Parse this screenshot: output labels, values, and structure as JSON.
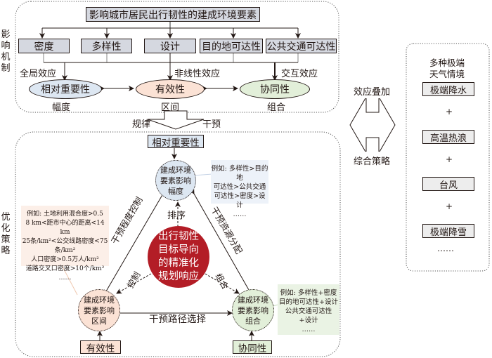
{
  "mechanism": {
    "side_label": [
      "影",
      "响",
      "机",
      "制"
    ],
    "title": "影响城市居民出行韧性的建成环境要素",
    "factors": [
      "密度",
      "多样性",
      "设计",
      "目的地可达性",
      "公共交通可达性"
    ],
    "effects": {
      "global": "全局效应",
      "nonlinear": "非线性效应",
      "interaction": "交互效应"
    },
    "outcomes": [
      {
        "label": "相对重要性",
        "sub": "幅度",
        "color": "#dde7f2"
      },
      {
        "label": "有效性",
        "sub": "区间",
        "color": "#fbe2d5"
      },
      {
        "label": "协同性",
        "sub": "组合",
        "color": "#e2efd9"
      }
    ]
  },
  "transition": {
    "left": "规律",
    "right": "干预"
  },
  "middle": {
    "top": "效应叠加",
    "bottom": "综合策略"
  },
  "weather": {
    "title_line1": "多种极端",
    "title_line2": "天气情境",
    "items": [
      "极端降水",
      "高温热浪",
      "台风",
      "极端降雪"
    ],
    "plus": "+",
    "ellipsis": "……"
  },
  "strategy": {
    "side_label": [
      "优",
      "化",
      "策",
      "略"
    ],
    "top_box": "相对重要性",
    "top_node": [
      "建成环境",
      "要素影响",
      "幅度"
    ],
    "left_node": [
      "建成环境",
      "要素影响",
      "区间"
    ],
    "right_node": [
      "建成环境",
      "要素影响",
      "组合"
    ],
    "left_box": "有效性",
    "right_box": "协同性",
    "center": [
      "出行韧性",
      "目标导向",
      "的精准化",
      "规划响应"
    ],
    "edges": {
      "left": "干预程度控制",
      "right": "干预资源分配",
      "bottom": "干预路径选择",
      "rank": "排序",
      "control": "控制",
      "combine": "组合"
    },
    "note_top": [
      "例如: 多样性>目的地",
      "可达性>公共交通",
      "可达性>密度>设计",
      "……"
    ],
    "note_left": [
      "例如: 土地利用混合度>0.5",
      "8 km<距市中心的距离<14 km",
      "25条/km²<公交线路密度<75条/km²",
      "人口密度>0.5万人/km²",
      "道路交叉口密度>10个/km²",
      "……"
    ],
    "note_right": [
      "例如: 多样性+密度",
      "目的地可达性+设计",
      "公共交通可达性",
      "+设计",
      "……"
    ]
  }
}
